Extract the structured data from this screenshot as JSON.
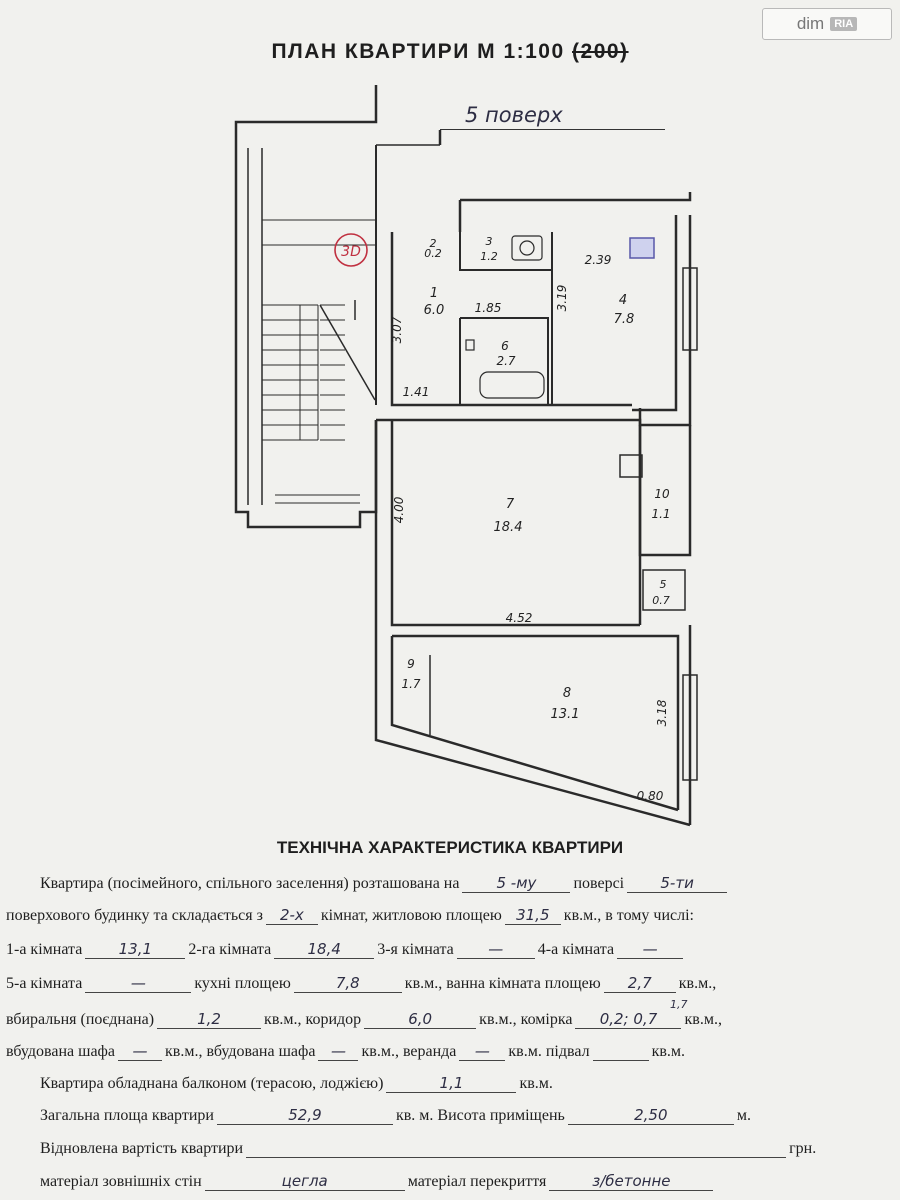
{
  "watermark": {
    "brand": "dim",
    "sub": "RIA"
  },
  "plan": {
    "title_main": "ПЛАН КВАРТИРИ М  1:100",
    "title_struck": "(200)",
    "floor_handwritten": "5 поверх",
    "stamp": "3D",
    "rooms": [
      {
        "id": "room-1",
        "number": "1",
        "area": "6.0"
      },
      {
        "id": "room-2",
        "number": "2",
        "area": "0.2"
      },
      {
        "id": "room-3",
        "number": "3",
        "area": "1.2"
      },
      {
        "id": "room-4",
        "number": "4",
        "area": "7.8"
      },
      {
        "id": "room-5",
        "number": "5",
        "area": "0.7"
      },
      {
        "id": "room-6",
        "number": "6",
        "area": "2.7"
      },
      {
        "id": "room-7",
        "number": "7",
        "area": "18.4"
      },
      {
        "id": "room-8",
        "number": "8",
        "area": "13.1"
      },
      {
        "id": "room-9",
        "number": "9",
        "area": "1.7"
      },
      {
        "id": "room-10",
        "number": "10",
        "area": "1.1"
      }
    ],
    "dimensions": {
      "d_307": "3.07",
      "d_141": "1.41",
      "d_185": "1.85",
      "d_319": "3.19",
      "d_239": "2.39",
      "d_400": "4.00",
      "d_452": "4.52",
      "d_318": "3.18",
      "d_080": "0.80"
    }
  },
  "spec": {
    "title": "ТЕХНІЧНА ХАРАКТЕРИСТИКА КВАРТИРИ",
    "l1_a": "Квартира (посімейного, спільного заселення) розташована на",
    "l1_floor": "5 -му",
    "l1_b": "поверсі",
    "l1_total": "5-ти",
    "l2_a": "поверхового будинку та складається з",
    "l2_rooms": "2-х",
    "l2_b": "кімнат, житловою площею",
    "l2_living": "31,5",
    "l2_c": "кв.м., в тому числі:",
    "l3_r1": "1-а кімната",
    "l3_v1": "13,1",
    "l3_r2": "2-га кімната",
    "l3_v2": "18,4",
    "l3_r3": "3-я кімната",
    "l3_v3": "—",
    "l3_r4": "4-а кімната",
    "l3_v4": "—",
    "l4_r5": "5-а кімната",
    "l4_v5": "—",
    "l4_kitchen": "кухні площею",
    "l4_kv": "7,8",
    "l4_bath": "кв.м., ванна кімната площею",
    "l4_bv": "2,7",
    "l4_end": "кв.м.,",
    "l5_wc": "вбиральня (поєднана)",
    "l5_wcv": "1,2",
    "l5_corr": "кв.м., коридор",
    "l5_cv": "6,0",
    "l5_closet": "кв.м., комірка",
    "l5_clv": "0,2; 0,7",
    "l5_clv_sup": "1,7",
    "l5_end": "кв.м.,",
    "l6_b1": "вбудована шафа",
    "l6_v1": "—",
    "l6_b2": "кв.м., вбудована шафа",
    "l6_v2": "—",
    "l6_ver": "кв.м., веранда",
    "l6_vv": "—",
    "l6_base": "кв.м. підвал",
    "l6_bsv": "",
    "l6_end": "кв.м.",
    "l7_a": "Квартира обладнана балконом (терасою, лоджією)",
    "l7_v": "1,1",
    "l7_end": "кв.м.",
    "l8_a": "Загальна площа квартири",
    "l8_v": "52,9",
    "l8_b": "кв. м. Висота приміщень",
    "l8_h": "2,50",
    "l8_end": "м.",
    "l9_a": "Відновлена вартість квартири",
    "l9_v": "",
    "l9_end": "грн.",
    "l10_a": "матеріал зовнішніх стін",
    "l10_v": "цегла",
    "l10_b": "матеріал перекриття",
    "l10_v2": "з/бетонне"
  }
}
